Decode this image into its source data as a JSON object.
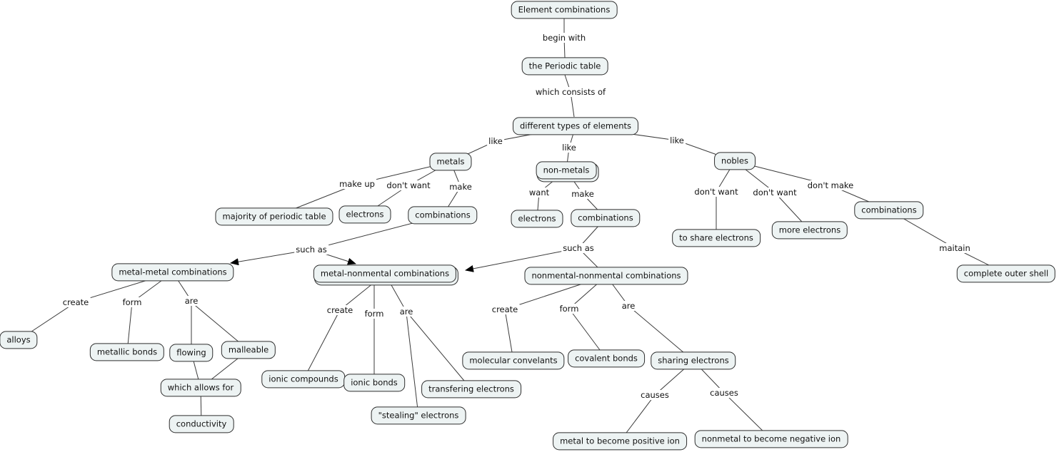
{
  "map": {
    "colors": {
      "background": "#ffffff",
      "node_fill": "#edf3f3",
      "node_border": "#2e2e2e",
      "node_text": "#111111",
      "line": "#3b3b3b",
      "arrowhead": "#000000"
    },
    "nodes": [
      {
        "id": "element-combinations",
        "label": "Element combinations"
      },
      {
        "id": "the-periodic-table",
        "label": "the Periodic table"
      },
      {
        "id": "different-types-of-elements",
        "label": "different types of elements"
      },
      {
        "id": "metals",
        "label": "metals"
      },
      {
        "id": "non-metals",
        "label": "non-metals"
      },
      {
        "id": "nobles",
        "label": "nobles"
      },
      {
        "id": "majority-of-periodic-table",
        "label": "majority of periodic table"
      },
      {
        "id": "electrons-metals",
        "label": "electrons"
      },
      {
        "id": "combinations-metals",
        "label": "combinations"
      },
      {
        "id": "electrons-non-metals",
        "label": "electrons"
      },
      {
        "id": "combinations-non-metals",
        "label": "combinations"
      },
      {
        "id": "to-share-electrons",
        "label": "to share electrons"
      },
      {
        "id": "more-electrons",
        "label": "more electrons"
      },
      {
        "id": "combinations-nobles",
        "label": "combinations"
      },
      {
        "id": "metal-metal-combinations",
        "label": "metal-metal combinations"
      },
      {
        "id": "metal-nonmental-combinations",
        "label": "metal-nonmental combinations"
      },
      {
        "id": "nonmental-nonmental-combinations",
        "label": "nonmental-nonmental combinations"
      },
      {
        "id": "complete-outer-shell",
        "label": "complete outer shell"
      },
      {
        "id": "alloys",
        "label": "alloys"
      },
      {
        "id": "metallic-bonds",
        "label": "metallic bonds"
      },
      {
        "id": "flowing",
        "label": "flowing"
      },
      {
        "id": "malleable",
        "label": "malleable"
      },
      {
        "id": "which-allows-for",
        "label": "which allows for"
      },
      {
        "id": "conductivity",
        "label": "conductivity"
      },
      {
        "id": "ionic-compounds",
        "label": "ionic compounds"
      },
      {
        "id": "ionic-bonds",
        "label": "ionic bonds"
      },
      {
        "id": "transfering-electrons",
        "label": "transfering electrons"
      },
      {
        "id": "stealing-electrons",
        "label": "\"stealing\" electrons"
      },
      {
        "id": "molecular-convelants",
        "label": "molecular convelants"
      },
      {
        "id": "covalent-bonds",
        "label": "covalent bonds"
      },
      {
        "id": "sharing-electrons",
        "label": "sharing electrons"
      },
      {
        "id": "metal-to-become-positive-ion",
        "label": "metal to become positive ion"
      },
      {
        "id": "nonmetal-to-become-negative-ion",
        "label": "nonmetal to become negative ion"
      }
    ],
    "edge_labels": [
      {
        "id": "begin-with",
        "text": "begin with"
      },
      {
        "id": "which-consists-of",
        "text": "which consists of"
      },
      {
        "id": "like-metals",
        "text": "like"
      },
      {
        "id": "like-non-metals",
        "text": "like"
      },
      {
        "id": "like-nobles",
        "text": "like"
      },
      {
        "id": "make-up",
        "text": "make up"
      },
      {
        "id": "dont-want-metals",
        "text": "don't want"
      },
      {
        "id": "make-metals",
        "text": "make"
      },
      {
        "id": "want",
        "text": "want"
      },
      {
        "id": "make-non-metals",
        "text": "make"
      },
      {
        "id": "dont-want-nobles-1",
        "text": "don't want"
      },
      {
        "id": "dont-want-nobles-2",
        "text": "don't want"
      },
      {
        "id": "dont-make",
        "text": "don't make"
      },
      {
        "id": "such-as-metals",
        "text": "such as"
      },
      {
        "id": "such-as-non-metals",
        "text": "such as"
      },
      {
        "id": "maitain",
        "text": "maitain"
      },
      {
        "id": "create-mm",
        "text": "create"
      },
      {
        "id": "form-mm",
        "text": "form"
      },
      {
        "id": "are-mm",
        "text": "are"
      },
      {
        "id": "create-mn",
        "text": "create"
      },
      {
        "id": "form-mn",
        "text": "form"
      },
      {
        "id": "are-mn",
        "text": "are"
      },
      {
        "id": "create-nn",
        "text": "create"
      },
      {
        "id": "form-nn",
        "text": "form"
      },
      {
        "id": "are-nn",
        "text": "are"
      },
      {
        "id": "causes-1",
        "text": "causes"
      },
      {
        "id": "causes-2",
        "text": "causes"
      }
    ]
  }
}
